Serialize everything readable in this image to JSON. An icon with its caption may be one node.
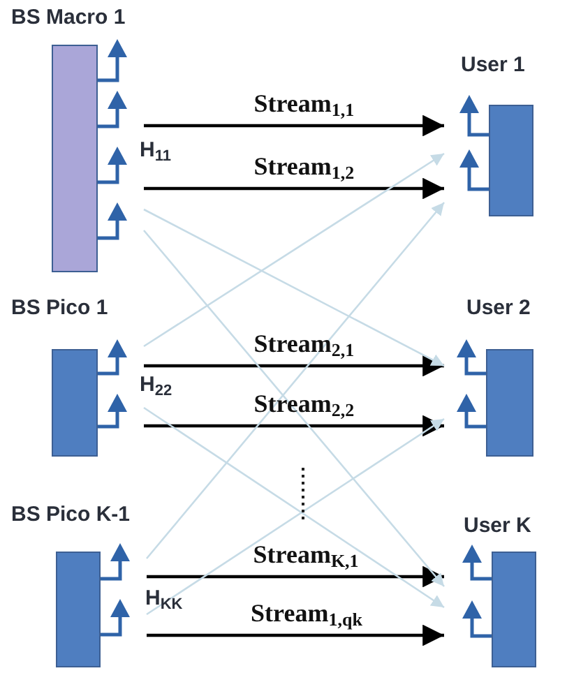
{
  "diagram": {
    "nodes": [
      {
        "text": [
          "BS Macro 1"
        ]
      },
      {
        "text": [
          "User 1"
        ]
      },
      {
        "text": [
          "BS Pico 1"
        ]
      },
      {
        "text": [
          "User 2"
        ]
      },
      {
        "text": [
          "BS Pico K-1"
        ]
      },
      {
        "text": [
          "User K"
        ]
      }
    ],
    "edges": [
      {
        "from": 0,
        "to": 1,
        "arrow": "to",
        "label": "Stream$_{1,1}$"
      },
      {
        "from": 0,
        "to": 1,
        "arrow": "to",
        "label": "Stream$_{1,2}$"
      },
      {
        "from": 2,
        "to": 3,
        "arrow": "to",
        "label": "Stream$_{2,1}$"
      },
      {
        "from": 2,
        "to": 3,
        "arrow": "to",
        "label": "Stream$_{2,2}$"
      },
      {
        "from": 4,
        "to": 5,
        "arrow": "to",
        "label": "Stream$_{K,1}$"
      },
      {
        "from": 4,
        "to": 5,
        "arrow": "to",
        "label": "Stream$_{1,q}$$_{k}$"
      },
      {
        "from": 0,
        "to": 3,
        "arrow": "to",
        "color": "#c6dbe6"
      },
      {
        "from": 0,
        "to": 5,
        "arrow": "to",
        "color": "#c6dbe6"
      },
      {
        "from": 2,
        "to": 1,
        "arrow": "to",
        "color": "#c6dbe6"
      },
      {
        "from": 2,
        "to": 5,
        "arrow": "to",
        "color": "#c6dbe6"
      },
      {
        "from": 4,
        "to": 1,
        "arrow": "to",
        "color": "#c6dbe6"
      },
      {
        "from": 4,
        "to": 3,
        "arrow": "to",
        "color": "#c6dbe6"
      }
    ],
    "labels": [
      "H$_{11}$",
      "H$_{22}$",
      "H$_{KK}$"
    ]
  }
}
